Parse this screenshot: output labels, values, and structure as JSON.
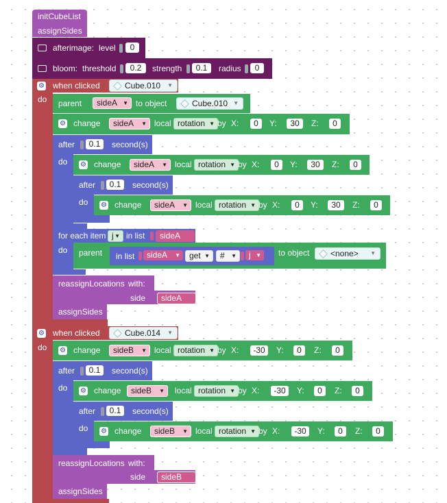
{
  "colors": {
    "purple": "#a355b4",
    "dark_purple": "#6a1a5e",
    "red": "#b6474c",
    "green": "#3daa5e",
    "indigo": "#5c66c9",
    "list": "#d05a8e"
  },
  "icons": [
    "camera-icon",
    "gear-icon",
    "cube-icon",
    "chevron-down-icon"
  ],
  "top": {
    "init_label": "initCubeList",
    "assign_label": "assignSides",
    "afterimage": {
      "label": "afterimage:",
      "level_label": "level",
      "level": "0"
    },
    "bloom": {
      "label": "bloom:",
      "threshold_label": "threshold",
      "threshold": "0.2",
      "strength_label": "strength",
      "strength": "0.1",
      "radius_label": "radius",
      "radius": "0"
    }
  },
  "common": {
    "when_clicked": "when clicked",
    "do": "do",
    "change": "change",
    "local": "local",
    "rotation": "rotation",
    "by": "by",
    "x": "X:",
    "y": "Y:",
    "z": "Z:",
    "after": "after",
    "seconds": "second(s)",
    "parent": "parent",
    "to_object": "to object",
    "for_each_item": "for each item",
    "in_list": "in list",
    "get": "get",
    "hash": "#",
    "reassign": "reassignLocations",
    "with": "with:",
    "side": "side",
    "assign_sides": "assignSides"
  },
  "event1": {
    "object": "Cube.010",
    "parent_var": "sideA",
    "parent_target": "Cube.010",
    "change1": {
      "var": "sideA",
      "x": "0",
      "y": "30",
      "z": "0"
    },
    "after1": "0.1",
    "change2": {
      "var": "sideA",
      "x": "0",
      "y": "30",
      "z": "0"
    },
    "after2": "0.1",
    "change3": {
      "var": "sideA",
      "x": "0",
      "y": "30",
      "z": "0"
    },
    "loop_var": "j",
    "loop_list": "sideA",
    "get_list": "sideA",
    "get_index": "j",
    "none_object": "<none>",
    "reassign_side": "sideA"
  },
  "event2": {
    "object": "Cube.014",
    "change1": {
      "var": "sideB",
      "x": "-30",
      "y": "0",
      "z": "0"
    },
    "after1": "0.1",
    "change2": {
      "var": "sideB",
      "x": "-30",
      "y": "0",
      "z": "0"
    },
    "after2": "0.1",
    "change3": {
      "var": "sideB",
      "x": "-30",
      "y": "0",
      "z": "0"
    },
    "reassign_side": "sideB"
  }
}
